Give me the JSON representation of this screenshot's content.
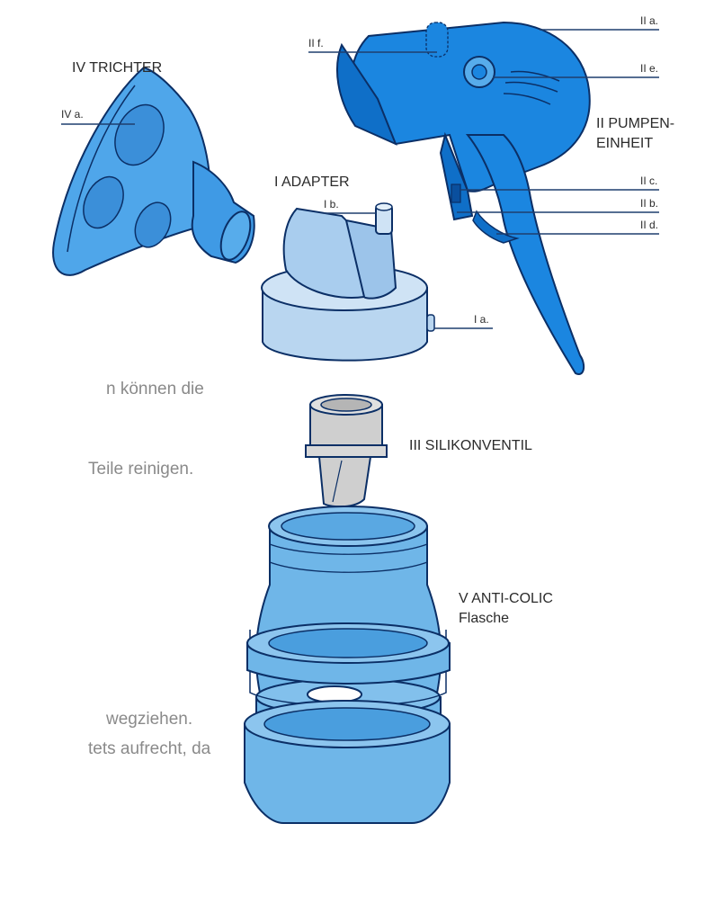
{
  "labels": {
    "trichter": "IV TRICHTER",
    "trichter_a": "IV a.",
    "adapter": "I ADAPTER",
    "adapter_b": "I b.",
    "adapter_a": "I a.",
    "pump_line1": "II PUMPEN-",
    "pump_line2": "EINHEIT",
    "pump_a": "II a.",
    "pump_e": "II e.",
    "pump_f": "II f.",
    "pump_c": "II c.",
    "pump_b": "II b.",
    "pump_d": "II d.",
    "ventil": "III SILIKONVENTIL",
    "flasche_line1": "V ANTI-COLIC",
    "flasche_line2": "Flasche"
  },
  "background_text": [
    "n können die",
    "Teile reinigen.",
    "wegziehen.",
    "tets aufrecht, da"
  ],
  "colors": {
    "pump_blue": "#1b86e0",
    "pump_dark": "#0a4f9e",
    "funnel_blue": "#4fa6ea",
    "adapter_light": "#b9d6f0",
    "bottle_blue": "#6fb6e8",
    "valve_grey": "#cfcfcf",
    "outline": "#0b2f66"
  }
}
